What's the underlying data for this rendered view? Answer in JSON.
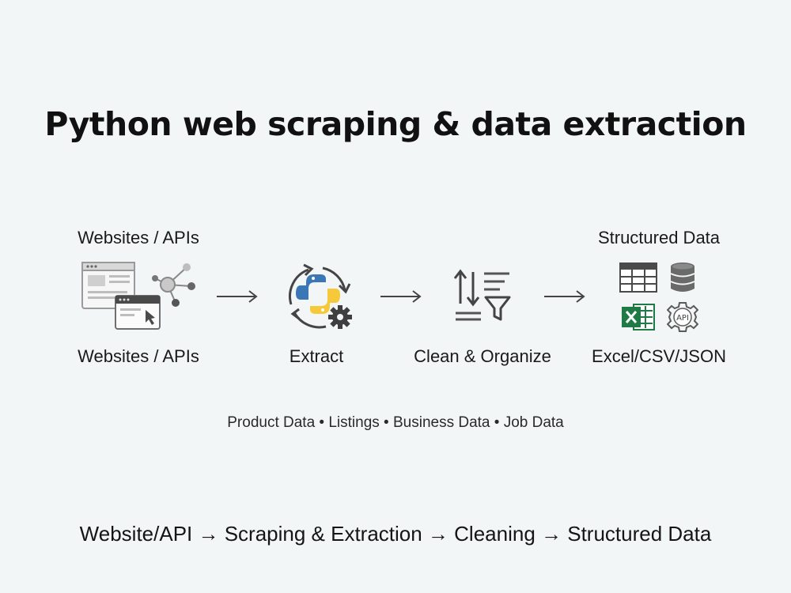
{
  "title": "Python web scraping & data extraction",
  "stages": [
    {
      "top_label": "Websites / APIs",
      "label": "Websites / APIs",
      "icon": "website-network-icon"
    },
    {
      "label": "Extract",
      "icon": "python-extract-icon"
    },
    {
      "label": "Clean & Organize",
      "icon": "sort-filter-icon"
    },
    {
      "top_label": "Structured Data",
      "label": "Excel/CSV/JSON",
      "icon": "structured-data-icons"
    }
  ],
  "tags": "Product Data • Listings • Business Data • Job Data",
  "pipeline": "Website/API → Scraping & Extraction → Cleaning → Structured Data",
  "colors": {
    "background": "#f3f6f7",
    "python_blue": "#3b77b6",
    "python_yellow": "#f5c93a",
    "excel_green": "#1f7a45",
    "icon_gray": "#555555"
  }
}
